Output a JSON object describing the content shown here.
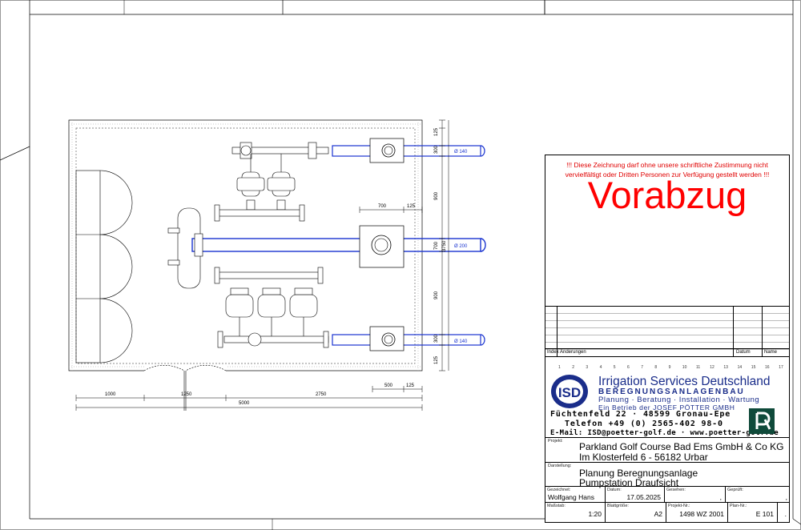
{
  "drawing": {
    "pipes": [
      {
        "label": "Ø 140",
        "dim": "300"
      },
      {
        "label": "Ø 200",
        "dim": "700"
      },
      {
        "label": "Ø 140",
        "dim": "300"
      }
    ],
    "dims_right": [
      "125",
      "900",
      "3750",
      "900",
      "125"
    ],
    "dims_top": [
      "700",
      "125"
    ],
    "dims_bottom_row1": [
      "1000",
      "1250",
      "2750"
    ],
    "dims_bottom_row2": [
      "5000"
    ],
    "dims_bottom_right": [
      "500",
      "125"
    ]
  },
  "title_block": {
    "warning_line1": "!!! Diese Zeichnung darf ohne unsere schriftliche Zustimmung nicht",
    "warning_line2": "vervielfältigt oder Dritten Personen zur Verfügung gestellt werden !!!",
    "stamp": "Vorabzug",
    "revision_header": {
      "index": "Index",
      "changes": "Änderungen",
      "date": "Datum",
      "name": "Name"
    },
    "ruler": [
      "1",
      "2",
      "3",
      "4",
      "5",
      "6",
      "7",
      "8",
      "9",
      "10",
      "11",
      "12",
      "13",
      "14",
      "15",
      "16",
      "17"
    ],
    "company": {
      "name": "Irrigation Services Deutschland",
      "subtitle": "BEREGNUNGSANLAGENBAU",
      "services": "Planung · Beratung · Installation · Wartung",
      "parent": "Ein Betrieb der JOSEF PÖTTER GMBH",
      "address": "Füchtenfeld 22 · 48599 Gronau-Epe",
      "phone": "Telefon +49 (0) 2565-402 98-0",
      "email": "E-Mail: ISD@poetter-golf.de · www.poetter-golf.de",
      "logo_text": "ISD"
    },
    "project_label": "Projekt:",
    "project_line1": "Parkland Golf Course Bad Ems GmbH & Co KG",
    "project_line2": "Im Klosterfeld 6 - 56182 Urbar",
    "display_label": "Darstellung:",
    "display_line1": "Planung Beregnungsanlage",
    "display_line2": "Pumpstation Draufsicht",
    "drawn_label": "Gezeichnet:",
    "drawn_value": "Wolfgang Hans",
    "date_label": "Datum:",
    "date_value": "17.05.2025",
    "seen_label": "Gesehen:",
    "seen_value": ",",
    "checked_label": "Geprüft:",
    "checked_value": ",",
    "scale_label": "Maßstab:",
    "scale_value": "1:20",
    "sheet_label": "Blattgröße:",
    "sheet_value": "A2",
    "projno_label": "Projekt-Nr.:",
    "projno_value": "1498 WZ 2001",
    "planno_label": "Plan-Nr.:",
    "planno_value": "E 101",
    "planno_extra": "."
  },
  "colors": {
    "pipe_blue": "#1a34d0",
    "stamp_red": "#ff0000",
    "company_blue": "#1a2d8a"
  }
}
